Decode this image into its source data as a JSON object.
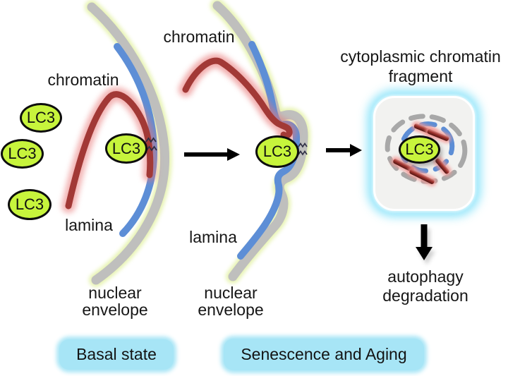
{
  "lc3": "LC3",
  "panel_basal": {
    "chromatin": "chromatin",
    "lamina": "lamina",
    "nuclear_envelope_line1": "nuclear",
    "nuclear_envelope_line2": "envelope",
    "badge": "Basal state"
  },
  "panel_senescence": {
    "chromatin": "chromatin",
    "lamina": "lamina",
    "nuclear_envelope_line1": "nuclear",
    "nuclear_envelope_line2": "envelope",
    "badge": "Senescence and Aging"
  },
  "panel_fragment": {
    "title_line1": "cytoplasmic chromatin",
    "title_line2": "fragment",
    "outcome_line1": "autophagy",
    "outcome_line2": "degradation"
  },
  "colors": {
    "lc3_green": "#c7f43c",
    "chromatin_red": "#a23936",
    "chromatin_glow_pink": "#e87676",
    "lamina_blue": "#5d8ed6",
    "envelope_gray": "#bfbfbd",
    "envelope_glow_green": "#e6f3ae",
    "badge_cyan": "#a7e5f6",
    "fragment_box_fill": "#f2f2f0",
    "fragment_box_glow": "#8ce4f8",
    "arrow_black": "#000000"
  }
}
